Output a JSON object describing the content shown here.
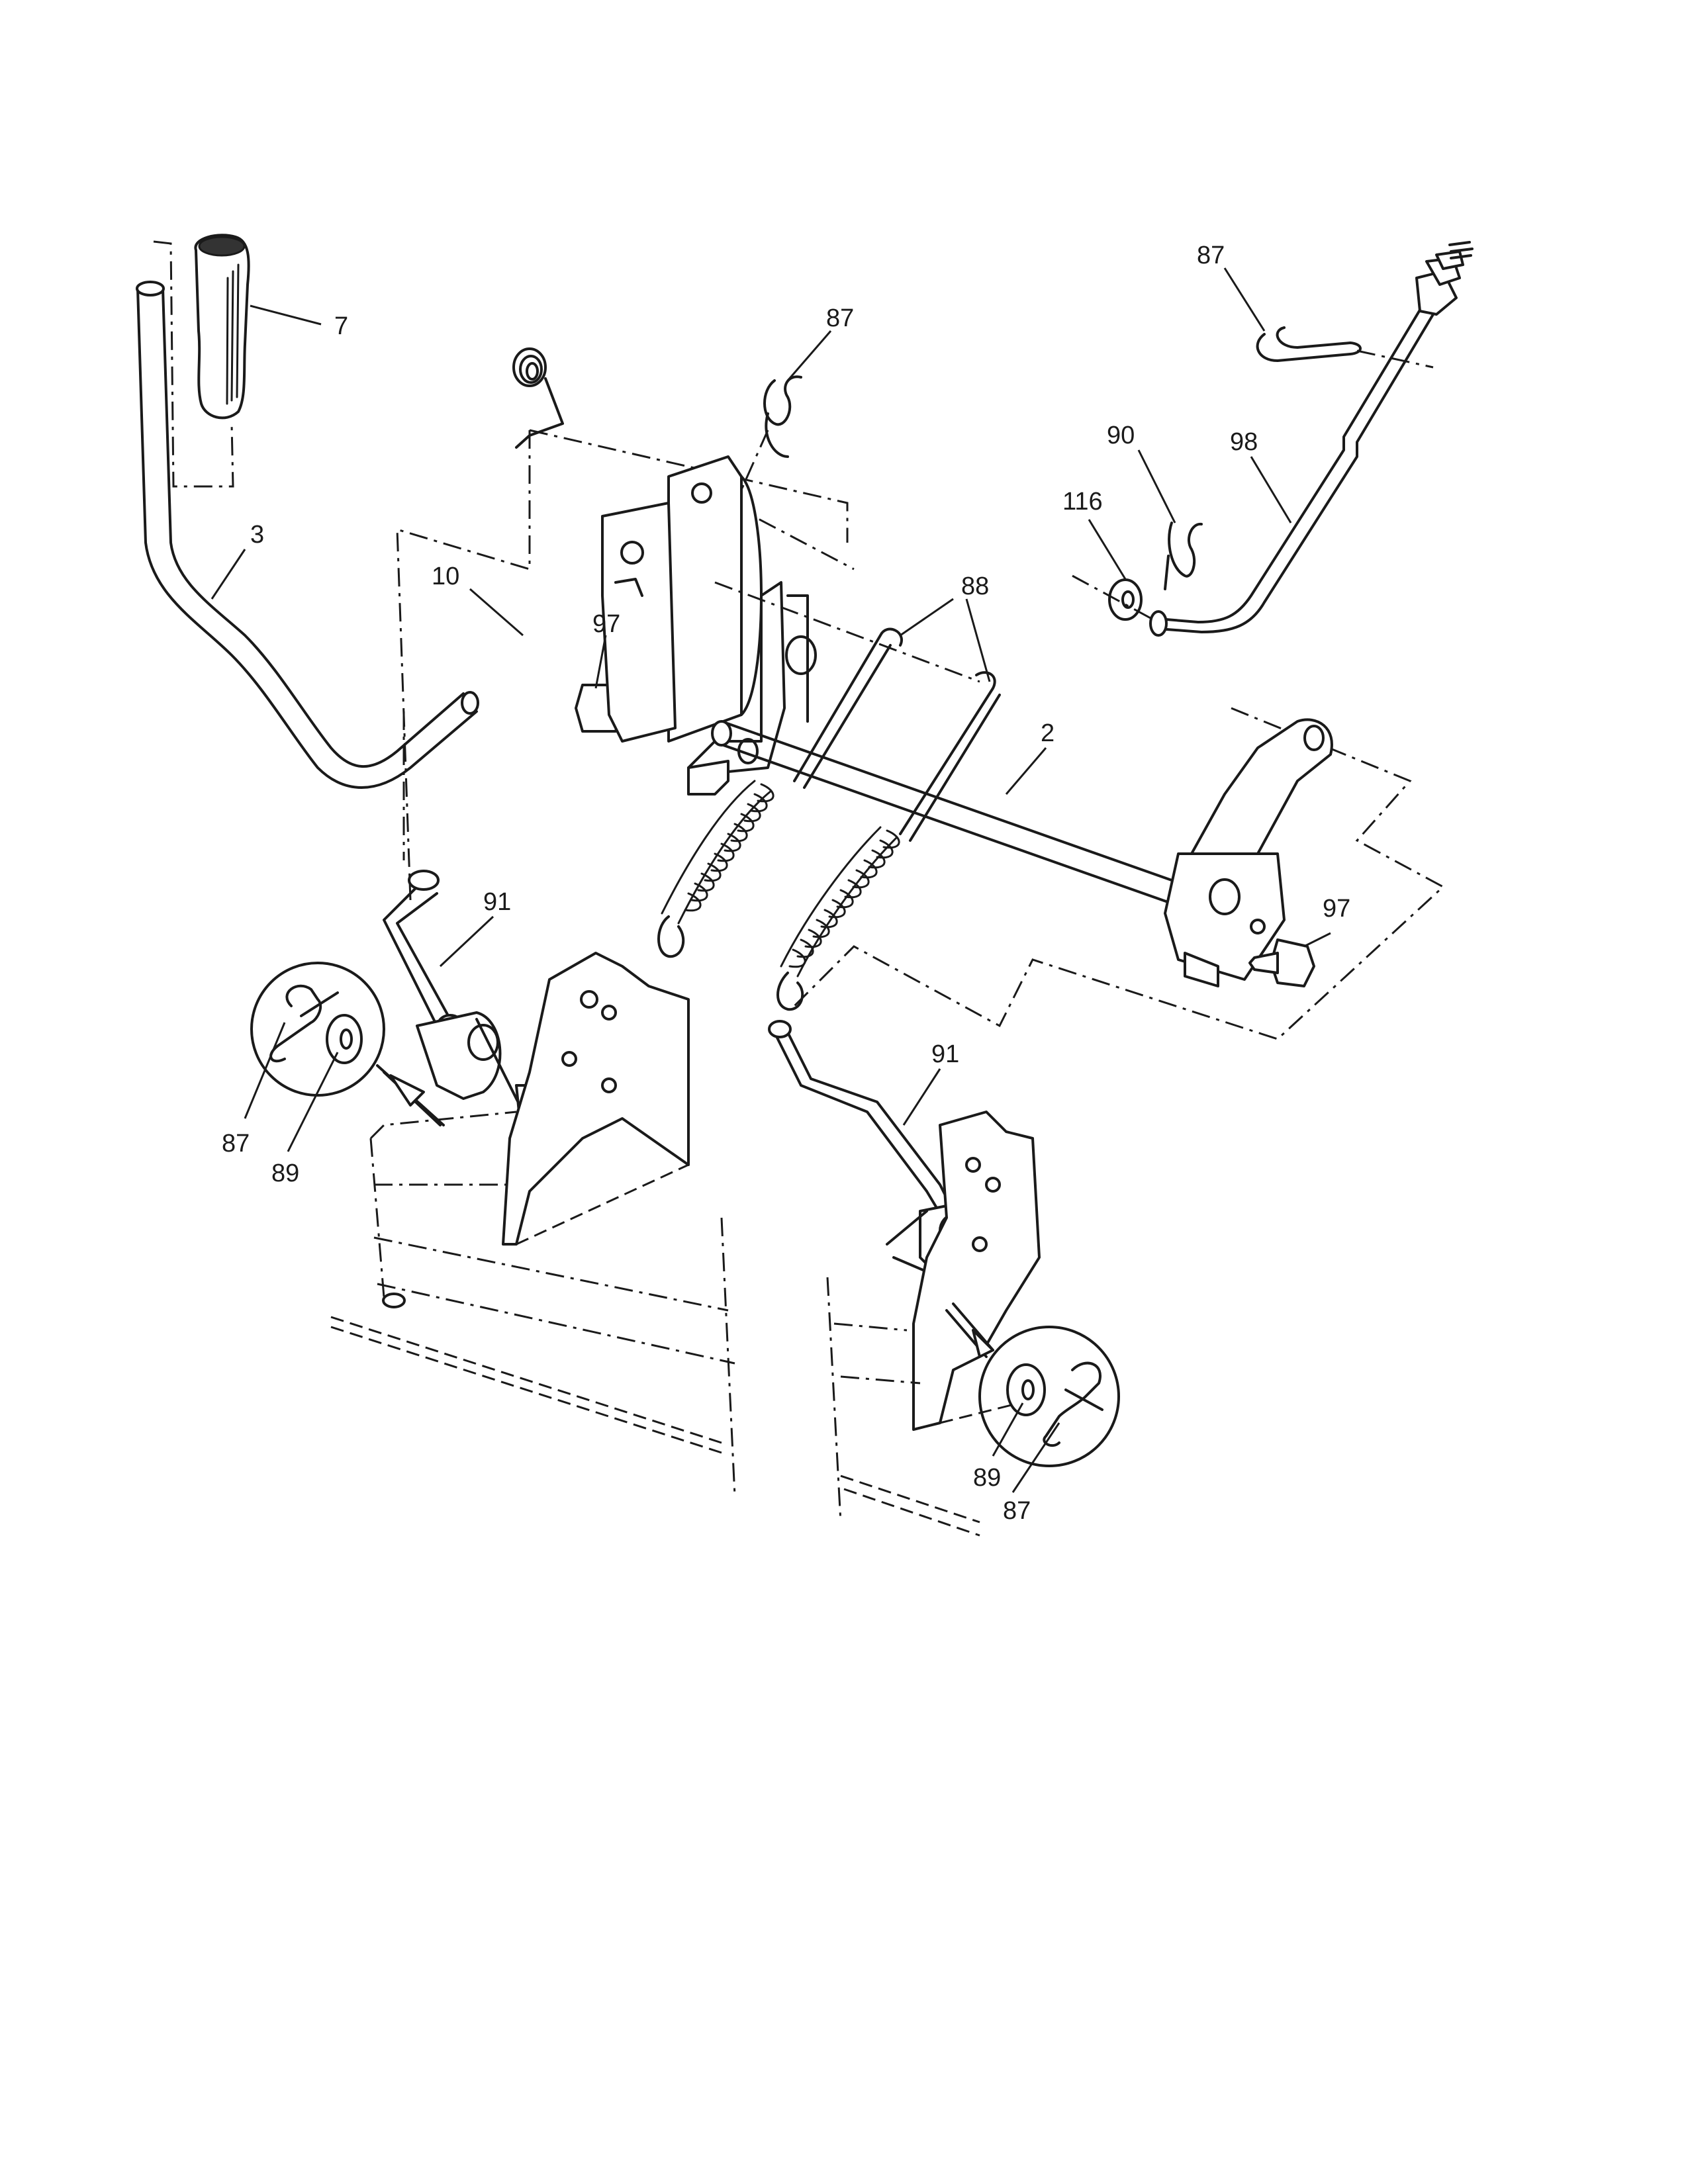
{
  "callouts": {
    "c7": "7",
    "c3": "3",
    "c10": "10",
    "c97a": "97",
    "c87a": "87",
    "c88": "88",
    "c2": "2",
    "c87b": "87",
    "c90": "90",
    "c98": "98",
    "c116": "116",
    "c97b": "97",
    "c91a": "91",
    "c91b": "91",
    "c87c": "87",
    "c89a": "89",
    "c89b": "89",
    "c87d": "87"
  }
}
